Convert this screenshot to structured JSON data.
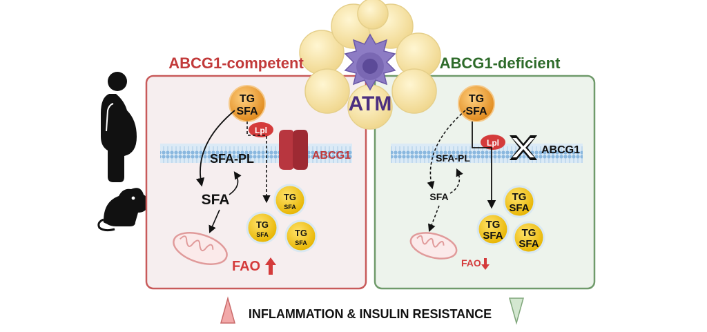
{
  "panels": {
    "left": {
      "title": "ABCG1-competent",
      "title_color": "#c23a3a",
      "border_color": "#c85a5a",
      "fill_color": "#f6eeef"
    },
    "right": {
      "title": "ABCG1-deficient",
      "title_color": "#2e6b2a",
      "border_color": "#6f9a6a",
      "fill_color": "#edf3ec"
    }
  },
  "center": {
    "label": "ATM",
    "label_color": "#4b2f80"
  },
  "lipoprotein": {
    "line1": "TG",
    "line2": "SFA"
  },
  "enzyme": "Lpl",
  "transporter": "ABCG1",
  "left": {
    "membrane_label": "SFA-PL",
    "sfa_label": "SFA",
    "fao_label": "FAO",
    "fao_arrow": "up",
    "droplets": [
      {
        "line1": "TG",
        "line2": "SFA"
      },
      {
        "line1": "TG",
        "line2": "SFA"
      },
      {
        "line1": "TG",
        "line2": "SFA"
      }
    ]
  },
  "right": {
    "membrane_label": "SFA-PL",
    "sfa_label": "SFA",
    "fao_label": "FAO",
    "fao_arrow": "down",
    "droplets": [
      {
        "line1": "TG",
        "line2": "SFA"
      },
      {
        "line1": "TG",
        "line2": "SFA"
      },
      {
        "line1": "TG",
        "line2": "SFA"
      }
    ]
  },
  "bottom": {
    "label": "INFLAMMATION & INSULIN RESISTANCE",
    "left_marker": "increase",
    "right_marker": "decrease"
  },
  "colors": {
    "droplet": "#f0c419",
    "lipoprotein": "#f2a93b",
    "lpl": "#d43b3b",
    "abcg1": "#b8363f",
    "membrane": "#9cc7e6",
    "atm_cell": "#7a68b3",
    "adipocyte": "#f7e6a8",
    "mito": "#e9a9a9",
    "red_arrow": "#d43b3b"
  },
  "icons": [
    "human-silhouette-icon",
    "mouse-icon",
    "mitochondrion-icon",
    "macrophage-icon",
    "adipocyte-icon",
    "x-mark-icon"
  ]
}
